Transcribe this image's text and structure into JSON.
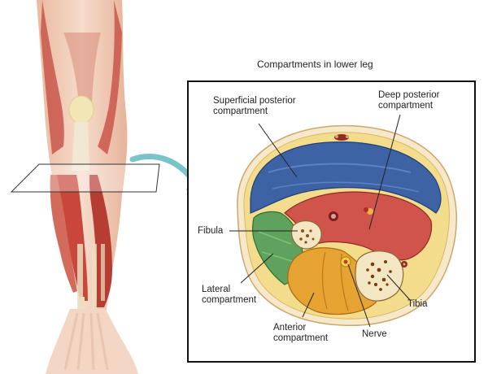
{
  "diagram": {
    "title": "Compartments in lower leg",
    "labels": {
      "superficial_posterior": [
        "Superficial posterior",
        "compartment"
      ],
      "deep_posterior": [
        "Deep posterior",
        "compartment"
      ],
      "fibula": "Fibula",
      "lateral": [
        "Lateral",
        "compartment"
      ],
      "anterior": [
        "Anterior",
        "compartment"
      ],
      "nerve": "Nerve",
      "tibia": "Tibia"
    }
  },
  "colors": {
    "skin": "#f4dcc4",
    "muscle": "#c8473a",
    "tendon": "#eee0b8",
    "fat": "#f3dc8c",
    "superficial_posterior": "#3e63a5",
    "deep_posterior": "#d0544c",
    "lateral": "#5fa25e",
    "anterior": "#e6a332",
    "bone": "#f3e6c2",
    "arrow": "#7ac3c8",
    "frame": "#111111"
  }
}
